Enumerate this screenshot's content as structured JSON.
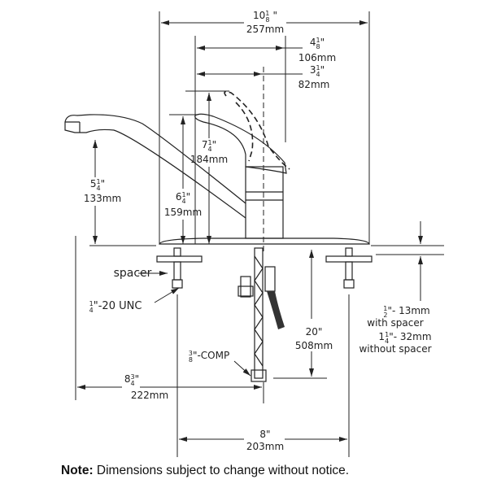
{
  "dimensions": {
    "overall_width": {
      "whole": "10",
      "frac_num": "1",
      "frac_den": "8",
      "mark": "\"",
      "metric": "257mm"
    },
    "handle_reach": {
      "whole": "4",
      "frac_num": "1",
      "frac_den": "8",
      "mark": "\"",
      "metric": "106mm"
    },
    "center_offset": {
      "whole": "3",
      "frac_num": "1",
      "frac_den": "4",
      "mark": "\"",
      "metric": "82mm"
    },
    "handle_height": {
      "whole": "7",
      "frac_num": "1",
      "frac_den": "4",
      "mark": "\"",
      "metric": "184mm"
    },
    "spout_top_height": {
      "whole": "6",
      "frac_num": "1",
      "frac_den": "4",
      "mark": "\"",
      "metric": "159mm"
    },
    "spout_outlet_height": {
      "whole": "5",
      "frac_num": "1",
      "frac_den": "4",
      "mark": "\"",
      "metric": "133mm"
    },
    "spout_reach": {
      "whole": "8",
      "frac_num": "3",
      "frac_den": "4",
      "mark": "\"",
      "metric": "222mm"
    },
    "hole_spacing": {
      "text": "8\"",
      "metric": "203mm"
    },
    "supply_length": {
      "text": "20\"",
      "metric": "508mm"
    },
    "deck_thickness": {
      "with_spacer": {
        "frac_num": "1",
        "frac_den": "2",
        "text": "\"- 13mm",
        "label": "with spacer"
      },
      "without_spacer": {
        "whole": "1",
        "frac_num": "1",
        "frac_den": "4",
        "text": "\"- 32mm",
        "label": "without spacer"
      }
    }
  },
  "callouts": {
    "spacer": "spacer",
    "thread": {
      "frac_num": "1",
      "frac_den": "4",
      "text": "\"-20 UNC"
    },
    "comp": {
      "frac_num": "3",
      "frac_den": "8",
      "text": "\"-COMP"
    }
  },
  "note": {
    "label": "Note:",
    "text": "Dimensions subject to change without notice."
  }
}
